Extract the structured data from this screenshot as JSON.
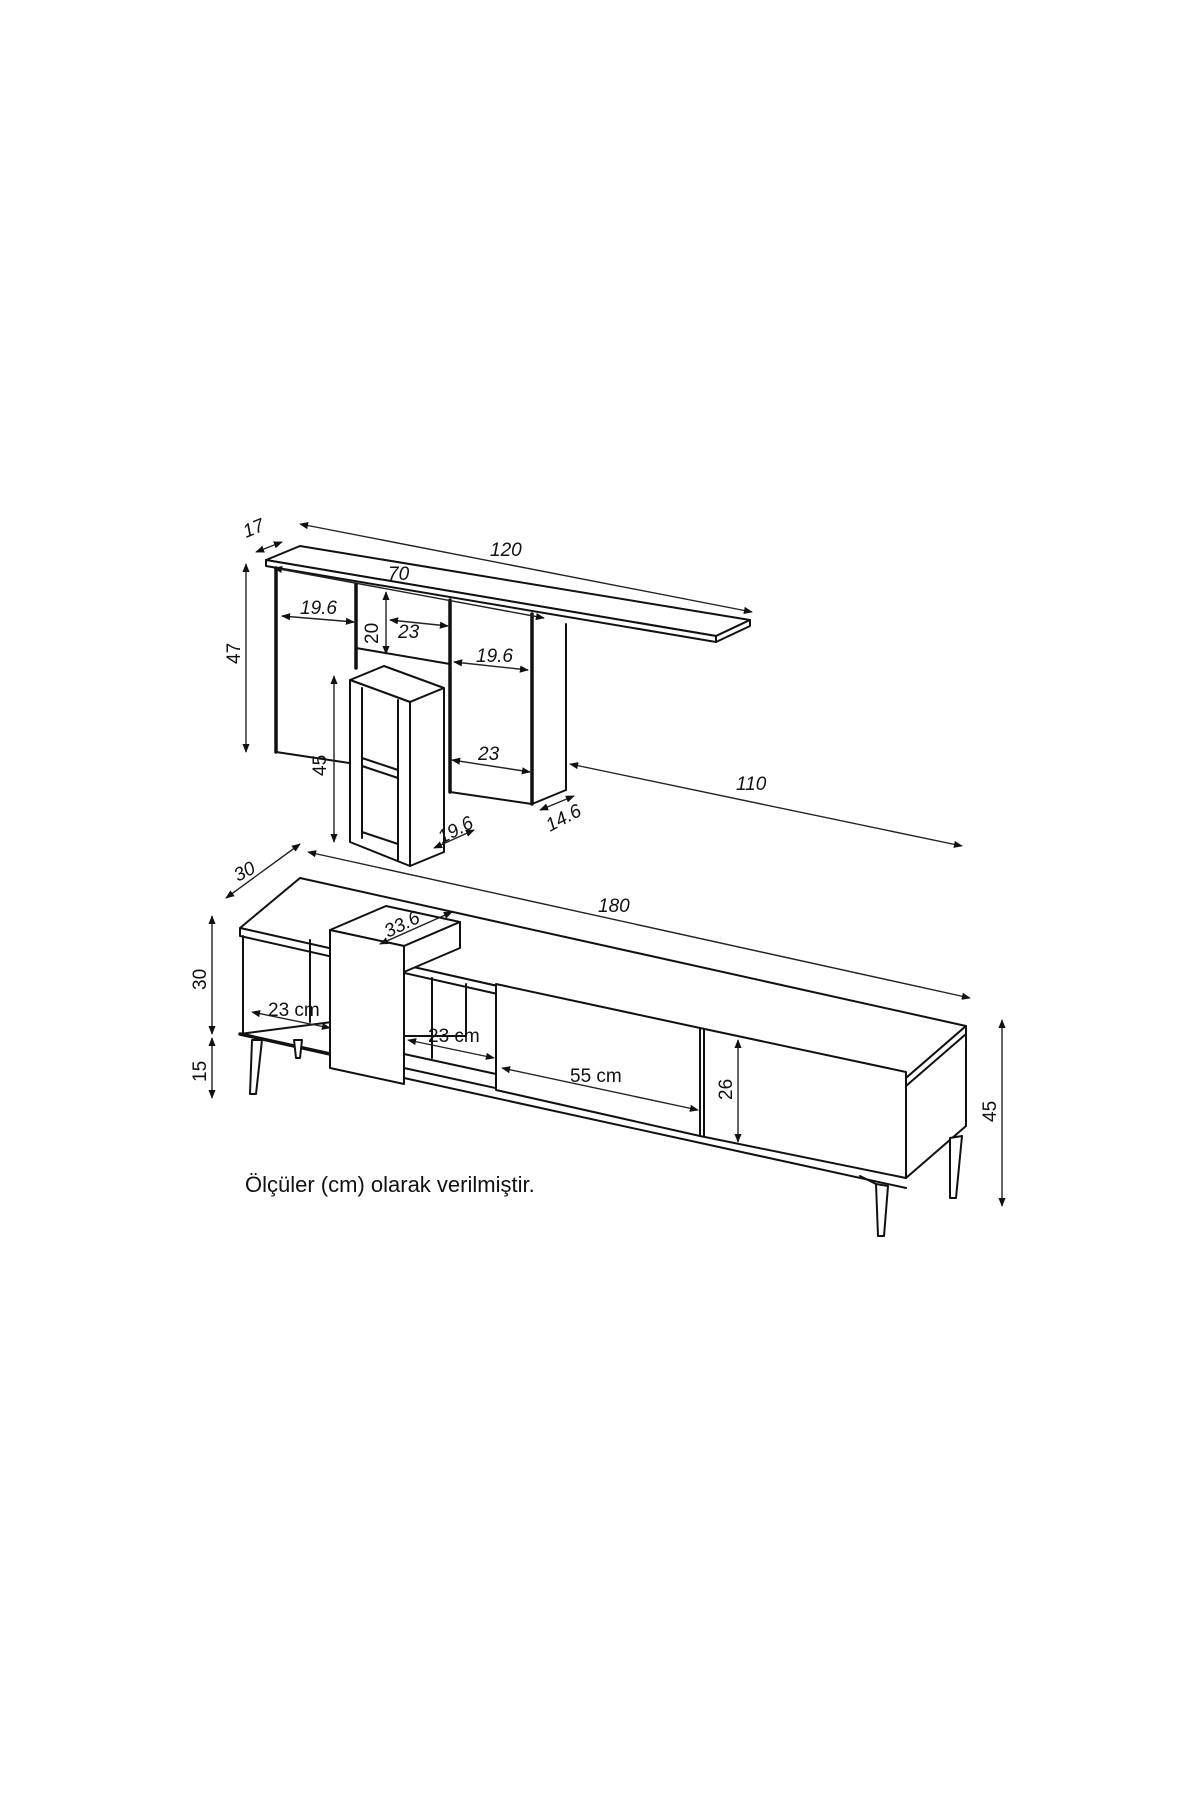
{
  "note": "Ölçüler (cm) olarak verilmiştir.",
  "wall_unit": {
    "depth": "17",
    "shelf_length": "120",
    "upper_width": "70",
    "height": "47",
    "left_niche_width": "19.6",
    "center_niche_height": "20",
    "center_niche_width": "23",
    "right_niche_width": "19.6",
    "lower_width": "23",
    "cube_height": "45",
    "cube_width": "19.6",
    "right_depth": "14.6",
    "span": "110"
  },
  "tv_stand": {
    "depth": "30",
    "length": "180",
    "top_width": "33.6",
    "upper_height": "30",
    "leg_height": "15",
    "left_shelf": "23 cm",
    "middle_shelf": "23 cm",
    "door_width": "55 cm",
    "door_height": "26",
    "total_height": "45"
  }
}
